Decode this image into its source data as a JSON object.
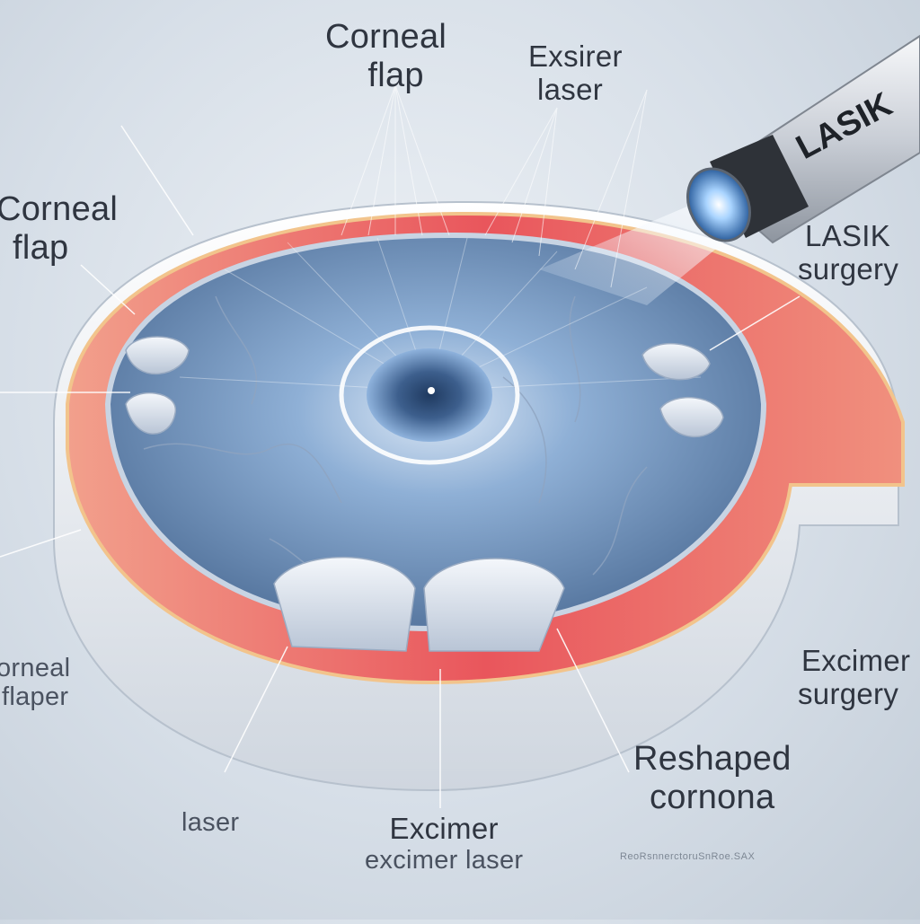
{
  "labels": {
    "top_corneal_flap": [
      "Corneal",
      "flap"
    ],
    "top_exsirer_laser": [
      "Exsirer",
      "laser"
    ],
    "left_corneal_flap": [
      "Corneal",
      "flap"
    ],
    "right_lasik_surgery": [
      "LASIK",
      "surgery"
    ],
    "left_orneal_flaper": [
      "orneal",
      "flaper"
    ],
    "right_excimer_surgery": [
      "Excimer",
      "surgery"
    ],
    "reshaped_cornona": [
      "Reshaped",
      "cornona"
    ],
    "bottom_laser": "laser",
    "bottom_excimer": [
      "Excimer",
      "excimer laser"
    ],
    "faint_caption": "ReoRsnnerctoruSnRoe.SAX"
  },
  "device": {
    "brand_text": "LASIK"
  },
  "colors": {
    "background": "#d7dfe8",
    "eye_blue": "#5a7fab",
    "tissue_red": "#e8545a",
    "shell_white": "#f3f5f8",
    "laser_glow": "#ffffff"
  },
  "icons": [
    "lasik-device-icon",
    "laser-beam-icon"
  ]
}
